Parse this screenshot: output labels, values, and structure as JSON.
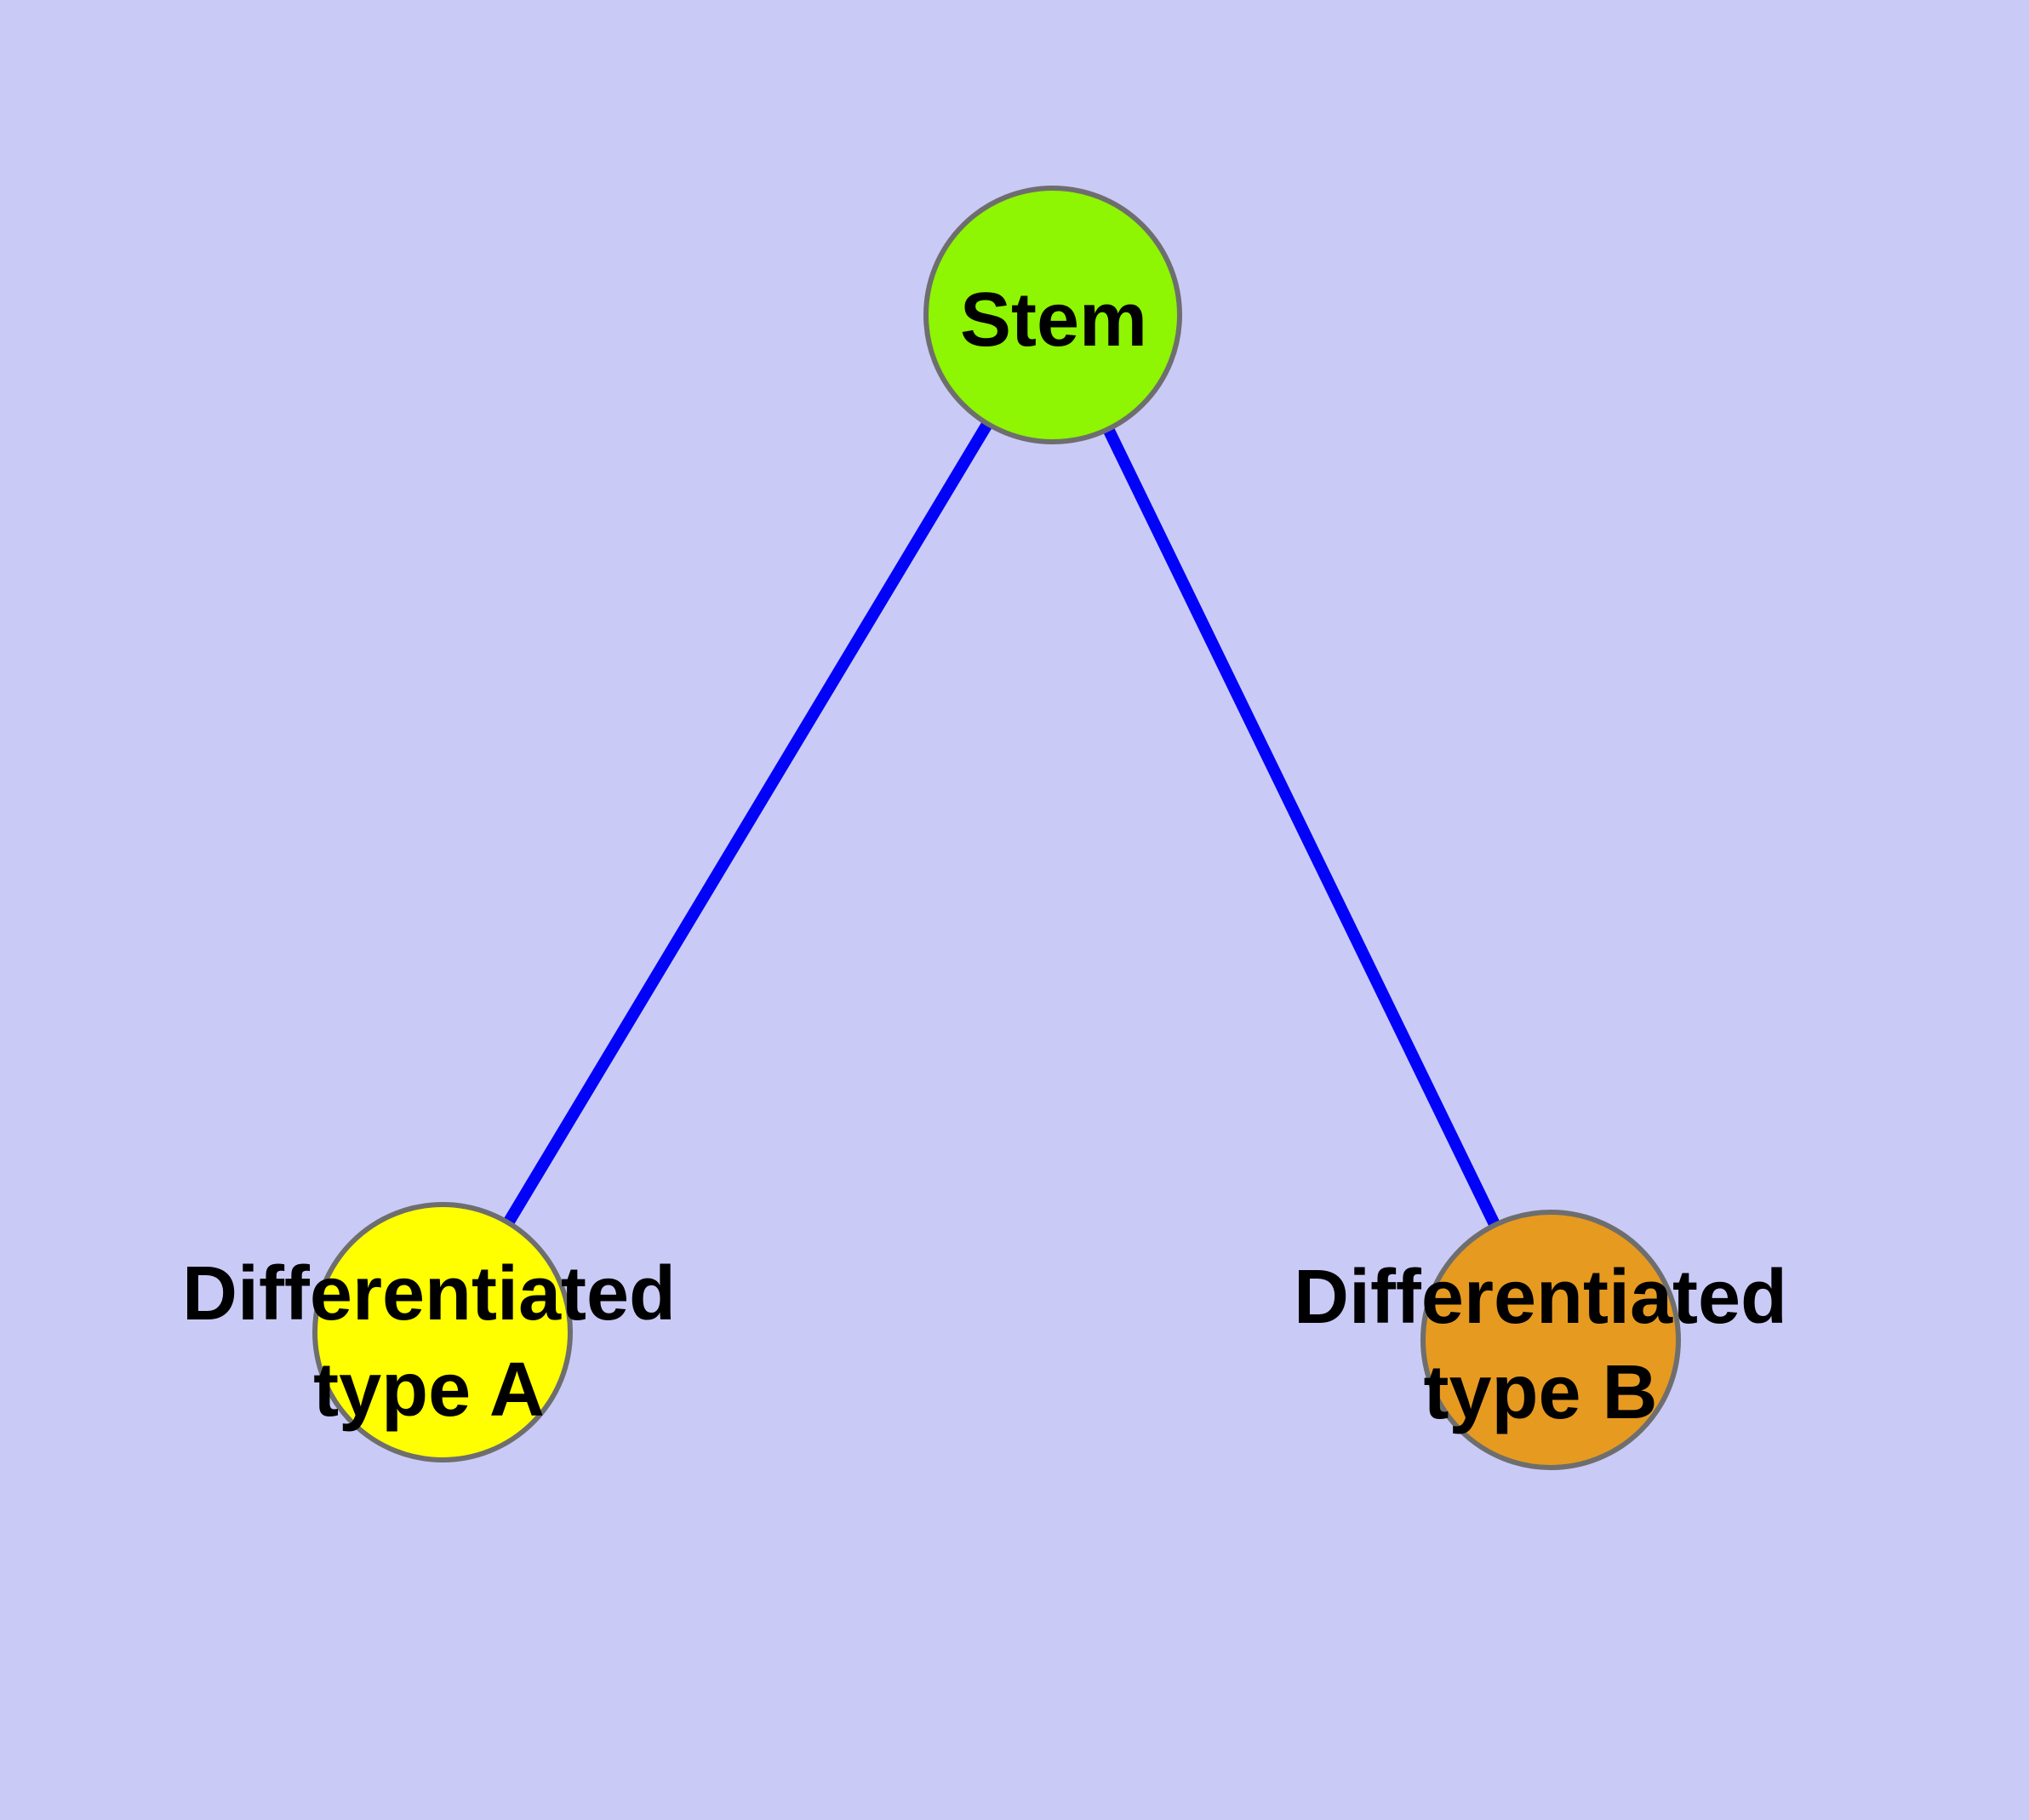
{
  "diagram": {
    "kind": "node-link-graph",
    "background_color": "#CACAF7",
    "edge_color": "#0202F8",
    "node_border_color": "#6E6E6E",
    "label_color": "#000000",
    "nodes": [
      {
        "id": "stem",
        "label": "Stem",
        "label_line1": "Stem",
        "label_line2": "",
        "fill": "#8EF502"
      },
      {
        "id": "differentiated-type-a",
        "label": "Differentiated type A",
        "label_line1": "Differentiated",
        "label_line2": "type A",
        "fill": "#FFFF00"
      },
      {
        "id": "differentiated-type-b",
        "label": "Differentiated type B",
        "label_line1": "Differentiated",
        "label_line2": "type B",
        "fill": "#E79A20"
      }
    ],
    "edges": [
      {
        "from": "stem",
        "to": "differentiated-type-a"
      },
      {
        "from": "stem",
        "to": "differentiated-type-b"
      }
    ]
  }
}
